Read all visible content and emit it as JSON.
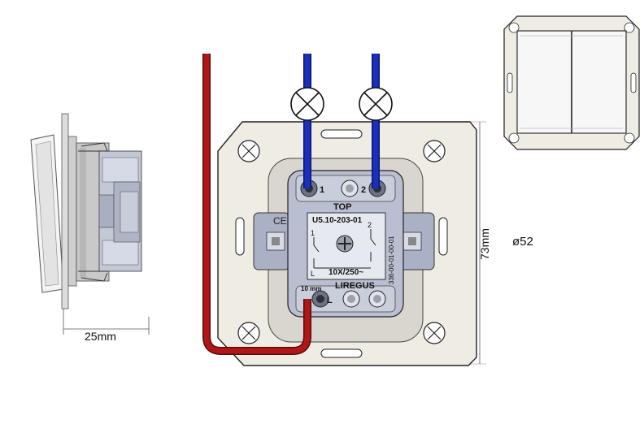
{
  "dimensions": {
    "depth": "25mm",
    "height": "73mm",
    "diameter": "ø52"
  },
  "mechanism": {
    "terminal_1": "1",
    "terminal_2": "2",
    "top_mark": "TOP",
    "model": "U5.10-203-01",
    "switch_num_1": "1",
    "switch_num_2": "2",
    "switch_l": "L",
    "rating": "10X/250~",
    "brand": "LIREGUS",
    "side_code": "336-00-01-00-01",
    "strip_length": "10 mm",
    "terminal_l": "L"
  },
  "colors": {
    "live_wire": "#b01818",
    "load_wire": "#1a2fbf",
    "frame": "#efece3",
    "mechanism": "#b9bfd0"
  }
}
